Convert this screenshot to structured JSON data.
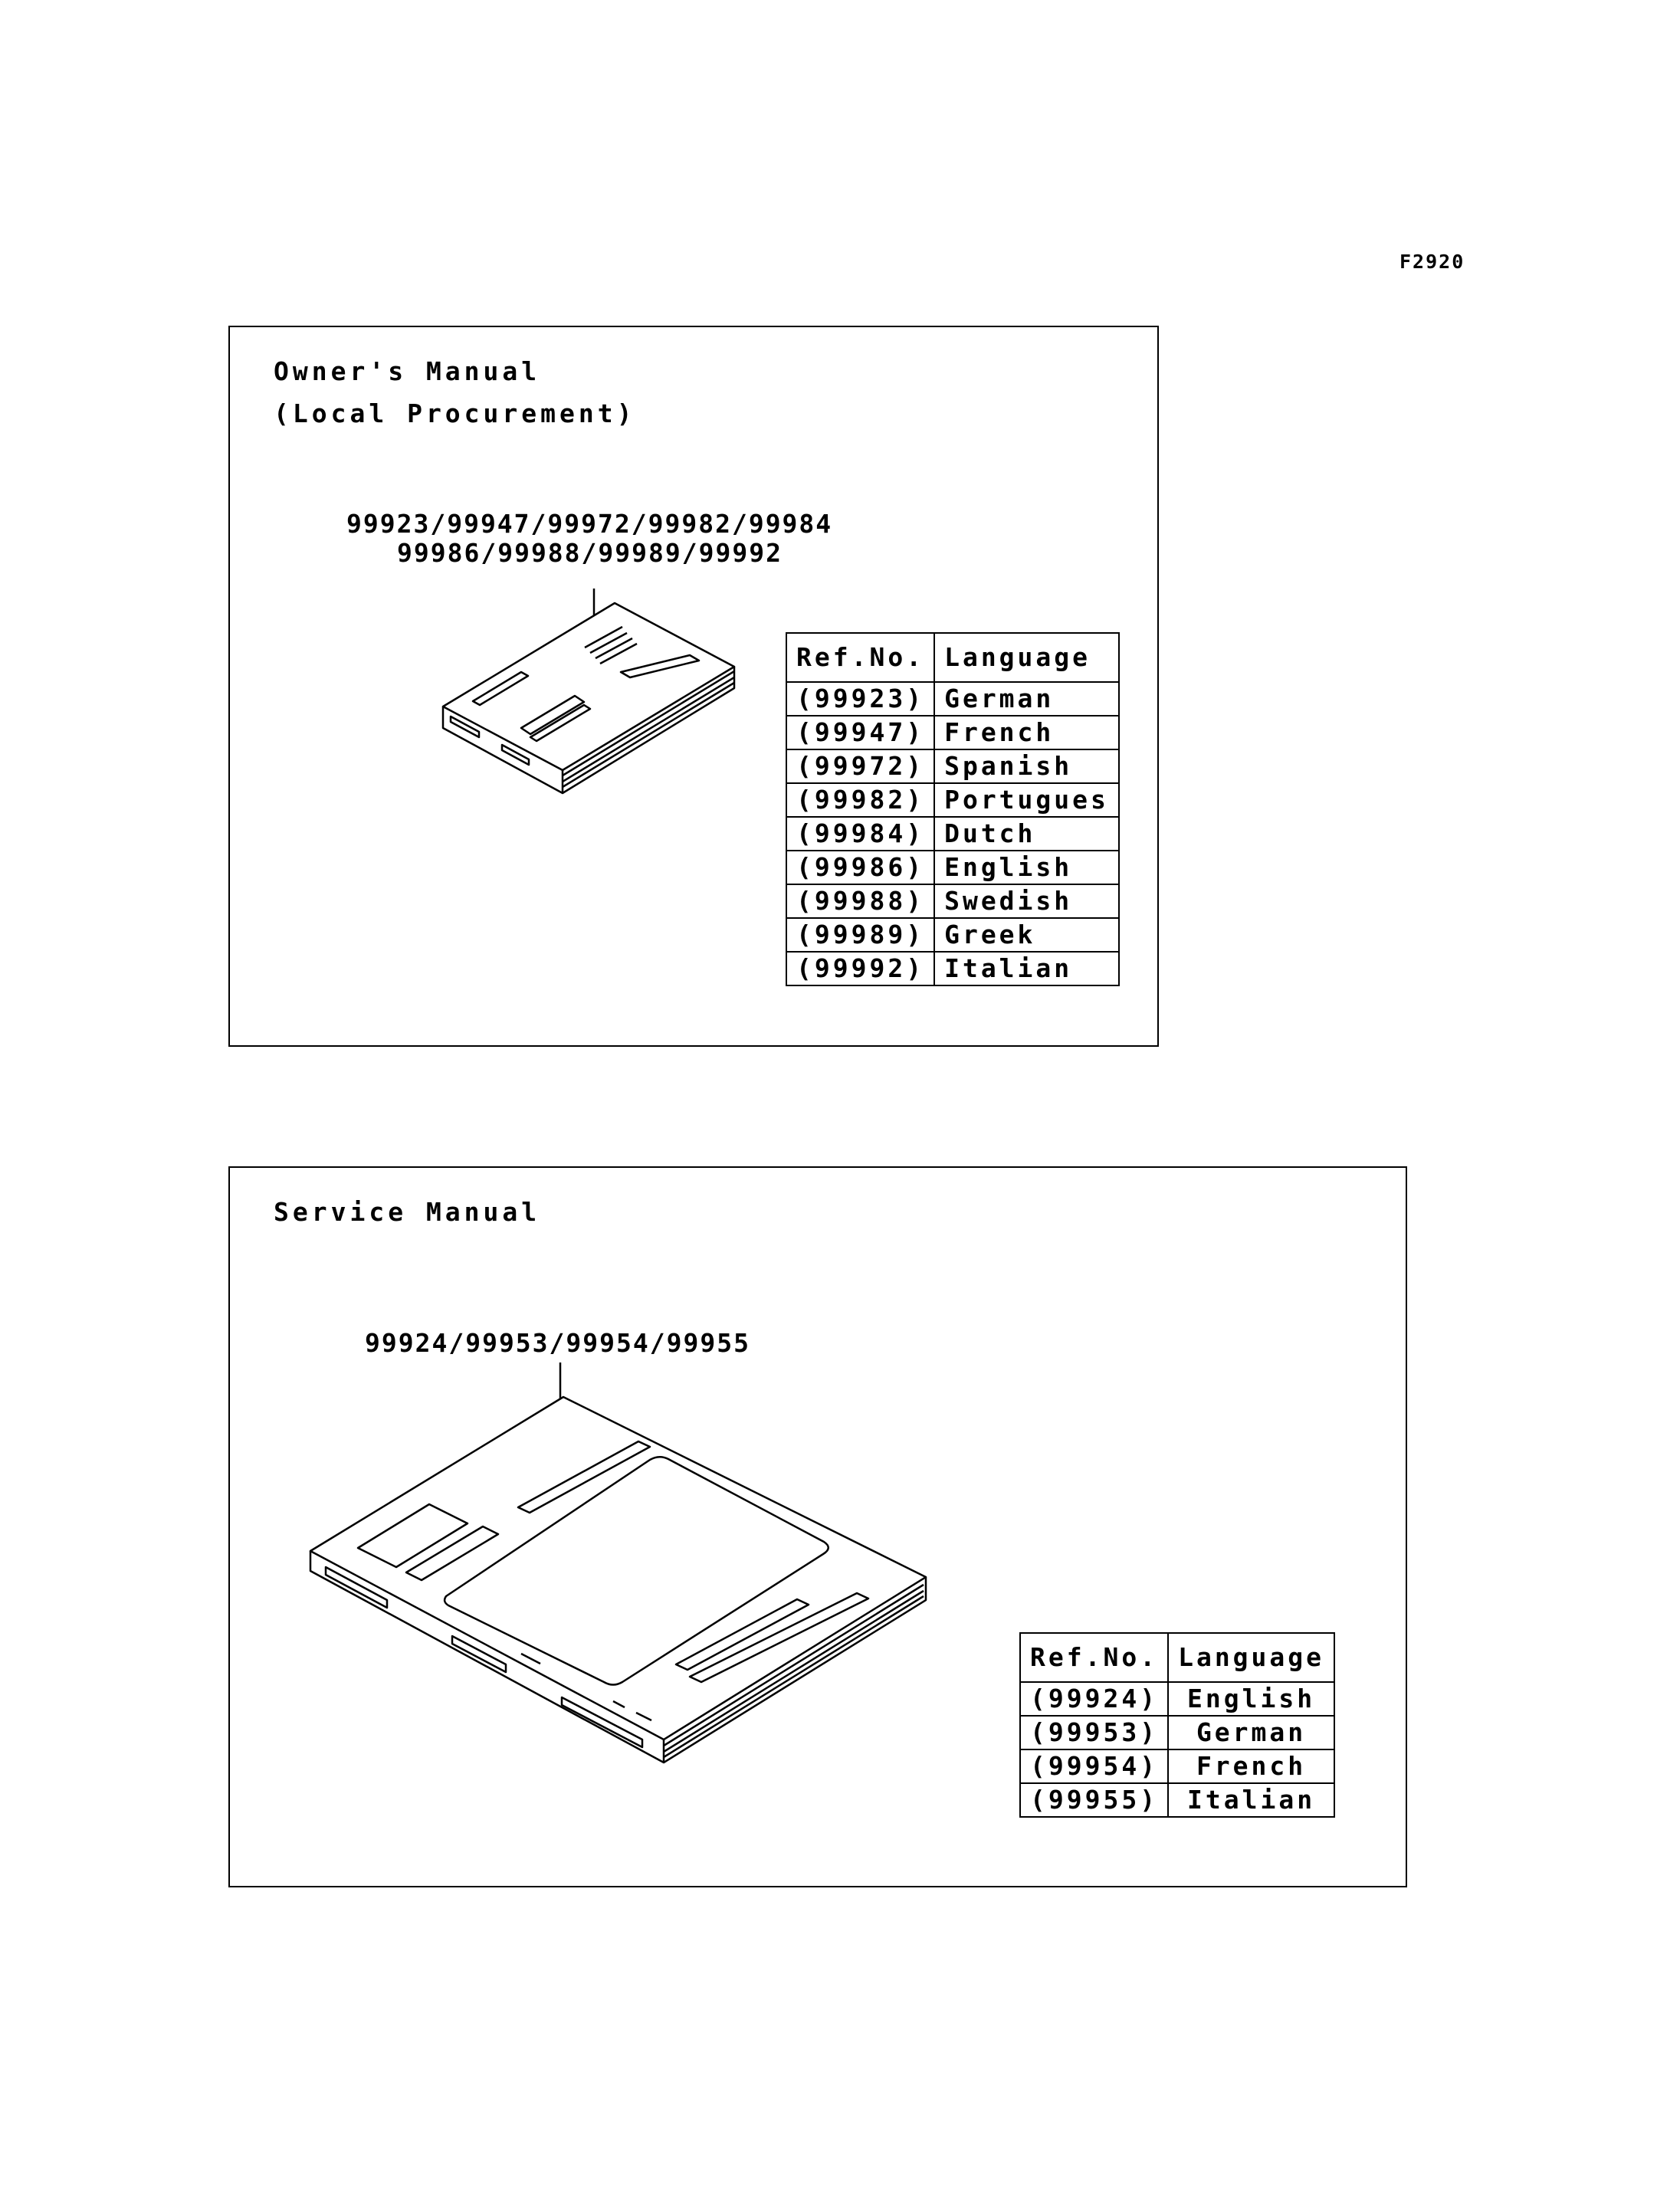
{
  "figure_code": "F2920",
  "owners_manual": {
    "title": "Owner's Manual",
    "subtitle": "(Local Procurement)",
    "ref_line_1": "99923/99947/99972/99982/99984",
    "ref_line_2": "99986/99988/99989/99992",
    "table": {
      "headers": [
        "Ref.No.",
        "Language"
      ],
      "rows": [
        {
          "ref": "(99923)",
          "language": "German"
        },
        {
          "ref": "(99947)",
          "language": "French"
        },
        {
          "ref": "(99972)",
          "language": "Spanish"
        },
        {
          "ref": "(99982)",
          "language": "Portugues"
        },
        {
          "ref": "(99984)",
          "language": "Dutch"
        },
        {
          "ref": "(99986)",
          "language": "English"
        },
        {
          "ref": "(99988)",
          "language": "Swedish"
        },
        {
          "ref": "(99989)",
          "language": "Greek"
        },
        {
          "ref": "(99992)",
          "language": "Italian"
        }
      ]
    }
  },
  "service_manual": {
    "title": "Service Manual",
    "ref_line_1": "99924/99953/99954/99955",
    "table": {
      "headers": [
        "Ref.No.",
        "Language"
      ],
      "rows": [
        {
          "ref": "(99924)",
          "language": "English"
        },
        {
          "ref": "(99953)",
          "language": "German"
        },
        {
          "ref": "(99954)",
          "language": "French"
        },
        {
          "ref": "(99955)",
          "language": "Italian"
        }
      ]
    }
  }
}
